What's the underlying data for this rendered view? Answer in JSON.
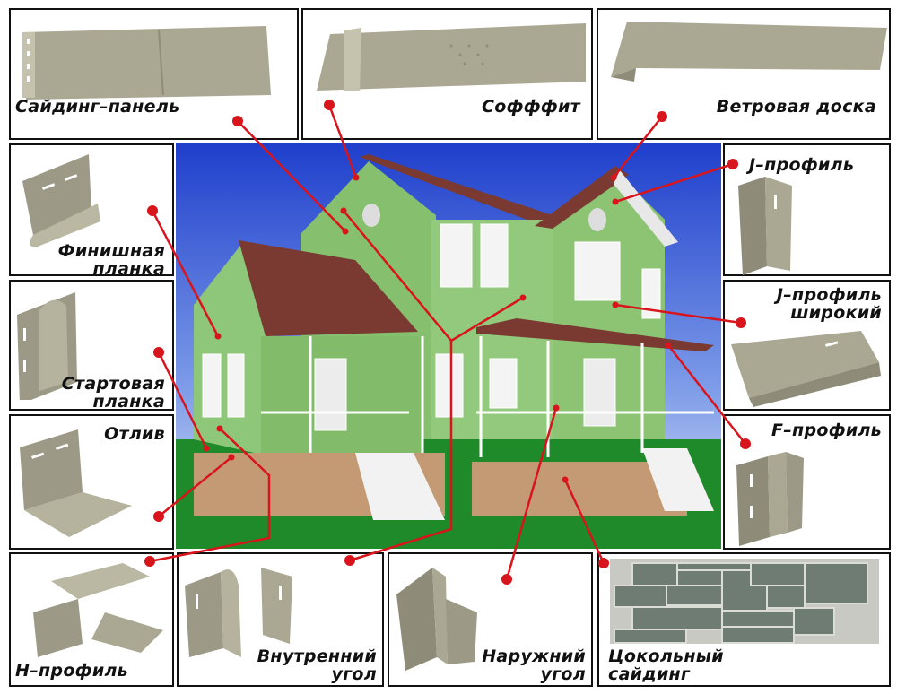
{
  "labels": {
    "siding_panel": "Сайдинг–панель",
    "soffit": "Софффит",
    "wind_board": "Ветровая доска",
    "finish_strip_1": "Финишная",
    "finish_strip_2": "планка",
    "starter_strip_1": "Стартовая",
    "starter_strip_2": "планка",
    "drip": "Отлив",
    "j_profile": "J–профиль",
    "j_wide_1": "J–профиль",
    "j_wide_2": "широкий",
    "f_profile": "F–профиль",
    "h_profile": "Н–профиль",
    "inner_corner_1": "Внутренний",
    "inner_corner_2": "угол",
    "outer_corner_1": "Наружний",
    "outer_corner_2": "угол",
    "plinth_1": "Цокольный",
    "plinth_2": "сайдинг"
  },
  "colors": {
    "pointer": "#d8141c",
    "part": "#a9a994",
    "wall": "#8fc77a",
    "roof": "#7a3a32",
    "sky": "#2a4fd0",
    "ground": "#1f8a2a"
  }
}
